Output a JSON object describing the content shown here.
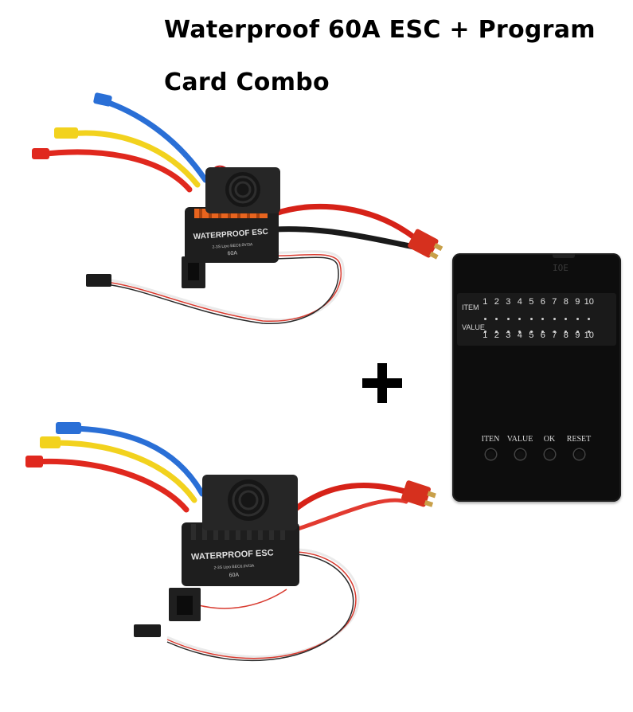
{
  "title": {
    "line1": "Waterproof 60A ESC + Program",
    "line2": "Card Combo"
  },
  "esc": {
    "label": "WATERPROOF ESC",
    "spec": "2-3S Lipo BEC6.0V/3A",
    "rating": "60A"
  },
  "plus_icon": "plus-icon",
  "program_card": {
    "top_mark": "IOE",
    "item_label": "ITEM",
    "value_label": "VALUE",
    "numbers": [
      "1",
      "2",
      "3",
      "4",
      "5",
      "6",
      "7",
      "8",
      "9",
      "10"
    ],
    "buttons": [
      "ITEN",
      "VALUE",
      "OK",
      "RESET"
    ]
  },
  "colors": {
    "wire_blue": "#2a6fd6",
    "wire_yellow": "#f2d21e",
    "wire_red": "#e0281e",
    "esc_body": "#1e1e1e",
    "heatsink_orange": "#e8641e",
    "card_body": "#0d0d0d"
  }
}
